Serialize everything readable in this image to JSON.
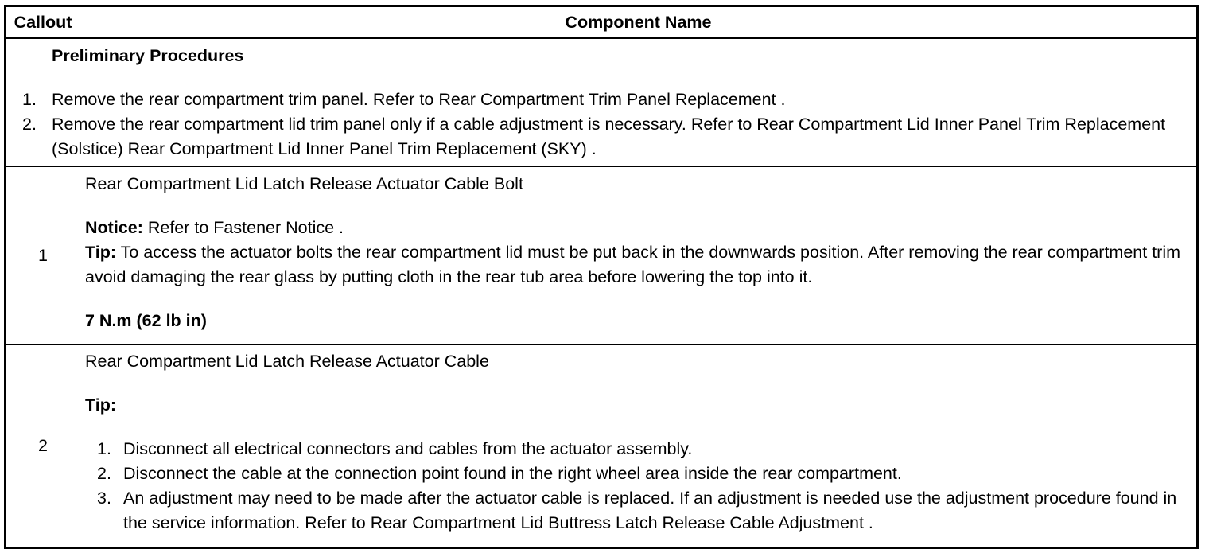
{
  "table": {
    "headers": {
      "callout": "Callout",
      "component_name": "Component Name"
    },
    "preliminary": {
      "title": "Preliminary Procedures",
      "steps": [
        {
          "num": "1.",
          "text": "Remove the rear compartment trim panel. Refer to Rear Compartment Trim Panel Replacement ."
        },
        {
          "num": "2.",
          "text": "Remove the rear compartment lid trim panel only if a cable adjustment is necessary. Refer to Rear Compartment Lid Inner Panel Trim Replacement (Solstice) Rear Compartment Lid Inner Panel Trim Replacement (SKY) ."
        }
      ]
    },
    "rows": [
      {
        "callout": "1",
        "name": "Rear Compartment Lid Latch Release Actuator Cable Bolt",
        "notice_label": "Notice:",
        "notice_text": " Refer to Fastener Notice .",
        "tip_label": "Tip:",
        "tip_text": " To access the actuator bolts the rear compartment lid must be put back in the downwards position. After removing the rear compartment trim avoid damaging the rear glass by putting cloth in the rear tub area before lowering the top into it.",
        "torque": "7 N.m (62 lb in)"
      },
      {
        "callout": "2",
        "name": "Rear Compartment Lid Latch Release Actuator Cable",
        "tip_label": "Tip:",
        "tip_steps": [
          {
            "num": "1.",
            "text": "Disconnect all electrical connectors and cables from the actuator assembly."
          },
          {
            "num": "2.",
            "text": "Disconnect the cable at the connection point found in the right wheel area inside the rear compartment."
          },
          {
            "num": "3.",
            "text": "An adjustment may need to be made after the actuator cable is replaced. If an adjustment is needed use the adjustment procedure found in the service information. Refer to Rear Compartment Lid Buttress Latch Release Cable Adjustment ."
          }
        ]
      }
    ]
  }
}
